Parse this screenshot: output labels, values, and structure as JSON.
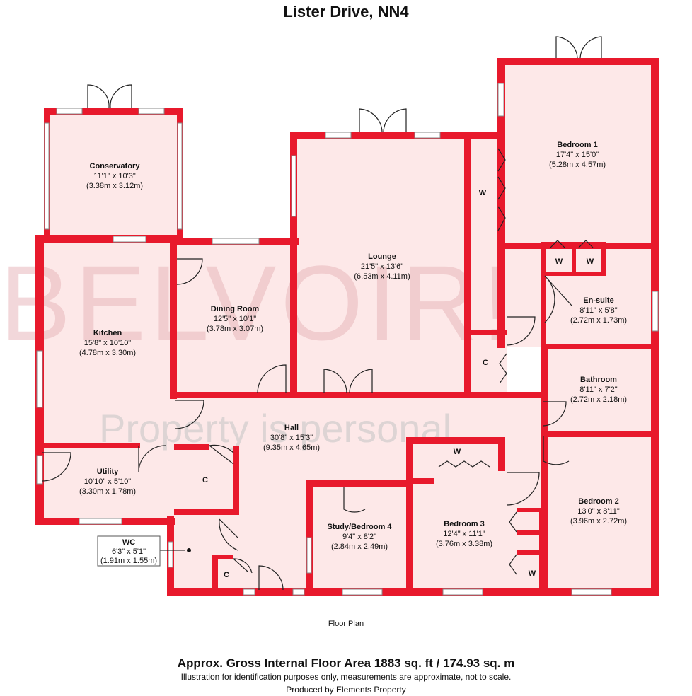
{
  "title": "Lister Drive, NN4",
  "watermark": {
    "brand": "BELVOIR!",
    "tagline": "Property is personal"
  },
  "plan_label": "Floor Plan",
  "footer": {
    "area": "Approx. Gross Internal Floor Area 1883 sq. ft / 174.93 sq. m",
    "disclaimer": "Illustration for identification purposes only, measurements are approximate, not to scale.",
    "producer": "Produced by Elements Property"
  },
  "rooms": {
    "conservatory": {
      "name": "Conservatory",
      "imperial": "11'1\" x 10'3\"",
      "metric": "(3.38m x 3.12m)"
    },
    "lounge": {
      "name": "Lounge",
      "imperial": "21'5\" x 13'6\"",
      "metric": "(6.53m x 4.11m)"
    },
    "bedroom1": {
      "name": "Bedroom 1",
      "imperial": "17'4\" x 15'0\"",
      "metric": "(5.28m x 4.57m)"
    },
    "ensuite": {
      "name": "En-suite",
      "imperial": "8'11\" x 5'8\"",
      "metric": "(2.72m x 1.73m)"
    },
    "dining": {
      "name": "Dining Room",
      "imperial": "12'5\" x 10'1\"",
      "metric": "(3.78m x 3.07m)"
    },
    "kitchen": {
      "name": "Kitchen",
      "imperial": "15'8\" x 10'10\"",
      "metric": "(4.78m x 3.30m)"
    },
    "bathroom": {
      "name": "Bathroom",
      "imperial": "8'11\" x 7'2\"",
      "metric": "(2.72m x 2.18m)"
    },
    "hall": {
      "name": "Hall",
      "imperial": "30'8\" x 15'3\"",
      "metric": "(9.35m x 4.65m)"
    },
    "utility": {
      "name": "Utility",
      "imperial": "10'10\" x 5'10\"",
      "metric": "(3.30m x 1.78m)"
    },
    "study": {
      "name": "Study/Bedroom 4",
      "imperial": "9'4\" x 8'2\"",
      "metric": "(2.84m x 2.49m)"
    },
    "bedroom3": {
      "name": "Bedroom 3",
      "imperial": "12'4\" x 11'1\"",
      "metric": "(3.76m x 3.38m)"
    },
    "bedroom2": {
      "name": "Bedroom 2",
      "imperial": "13'0\" x 8'11\"",
      "metric": "(3.96m x 2.72m)"
    },
    "wc": {
      "name": "WC",
      "imperial": "6'3\" x 5'1\"",
      "metric": "(1.91m x 1.55m)"
    }
  },
  "storage_labels": {
    "wardrobe": "W",
    "cupboard": "C"
  },
  "colors": {
    "wall": "#e8192c",
    "floor": "#fde8e8",
    "window": "#ffffff"
  }
}
